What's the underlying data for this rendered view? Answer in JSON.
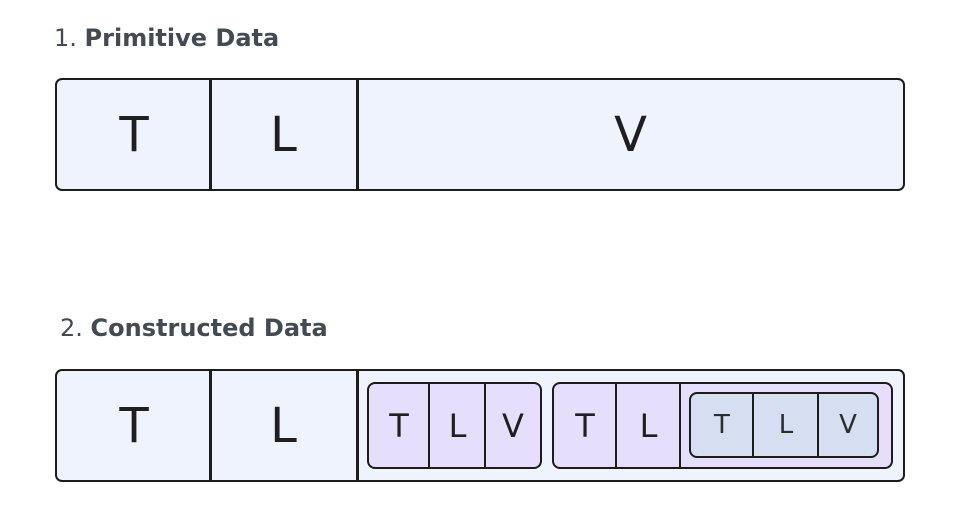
{
  "section1": {
    "number": "1.",
    "title": "Primitive Data",
    "fields": [
      "T",
      "L",
      "V"
    ]
  },
  "section2": {
    "number": "2.",
    "title": "Constructed Data",
    "fields": [
      "T",
      "L"
    ],
    "value": {
      "element1": {
        "fields": [
          "T",
          "L",
          "V"
        ]
      },
      "element2": {
        "fields": [
          "T",
          "L"
        ],
        "value": {
          "nested": {
            "fields": [
              "T",
              "L",
              "V"
            ]
          }
        }
      }
    }
  },
  "colors": {
    "outer_fill": "#eef3fd",
    "element_fill": "#e5dffb",
    "nested_fill": "#d6dff2",
    "border": "#1c1c1c",
    "heading": "#444a52"
  }
}
